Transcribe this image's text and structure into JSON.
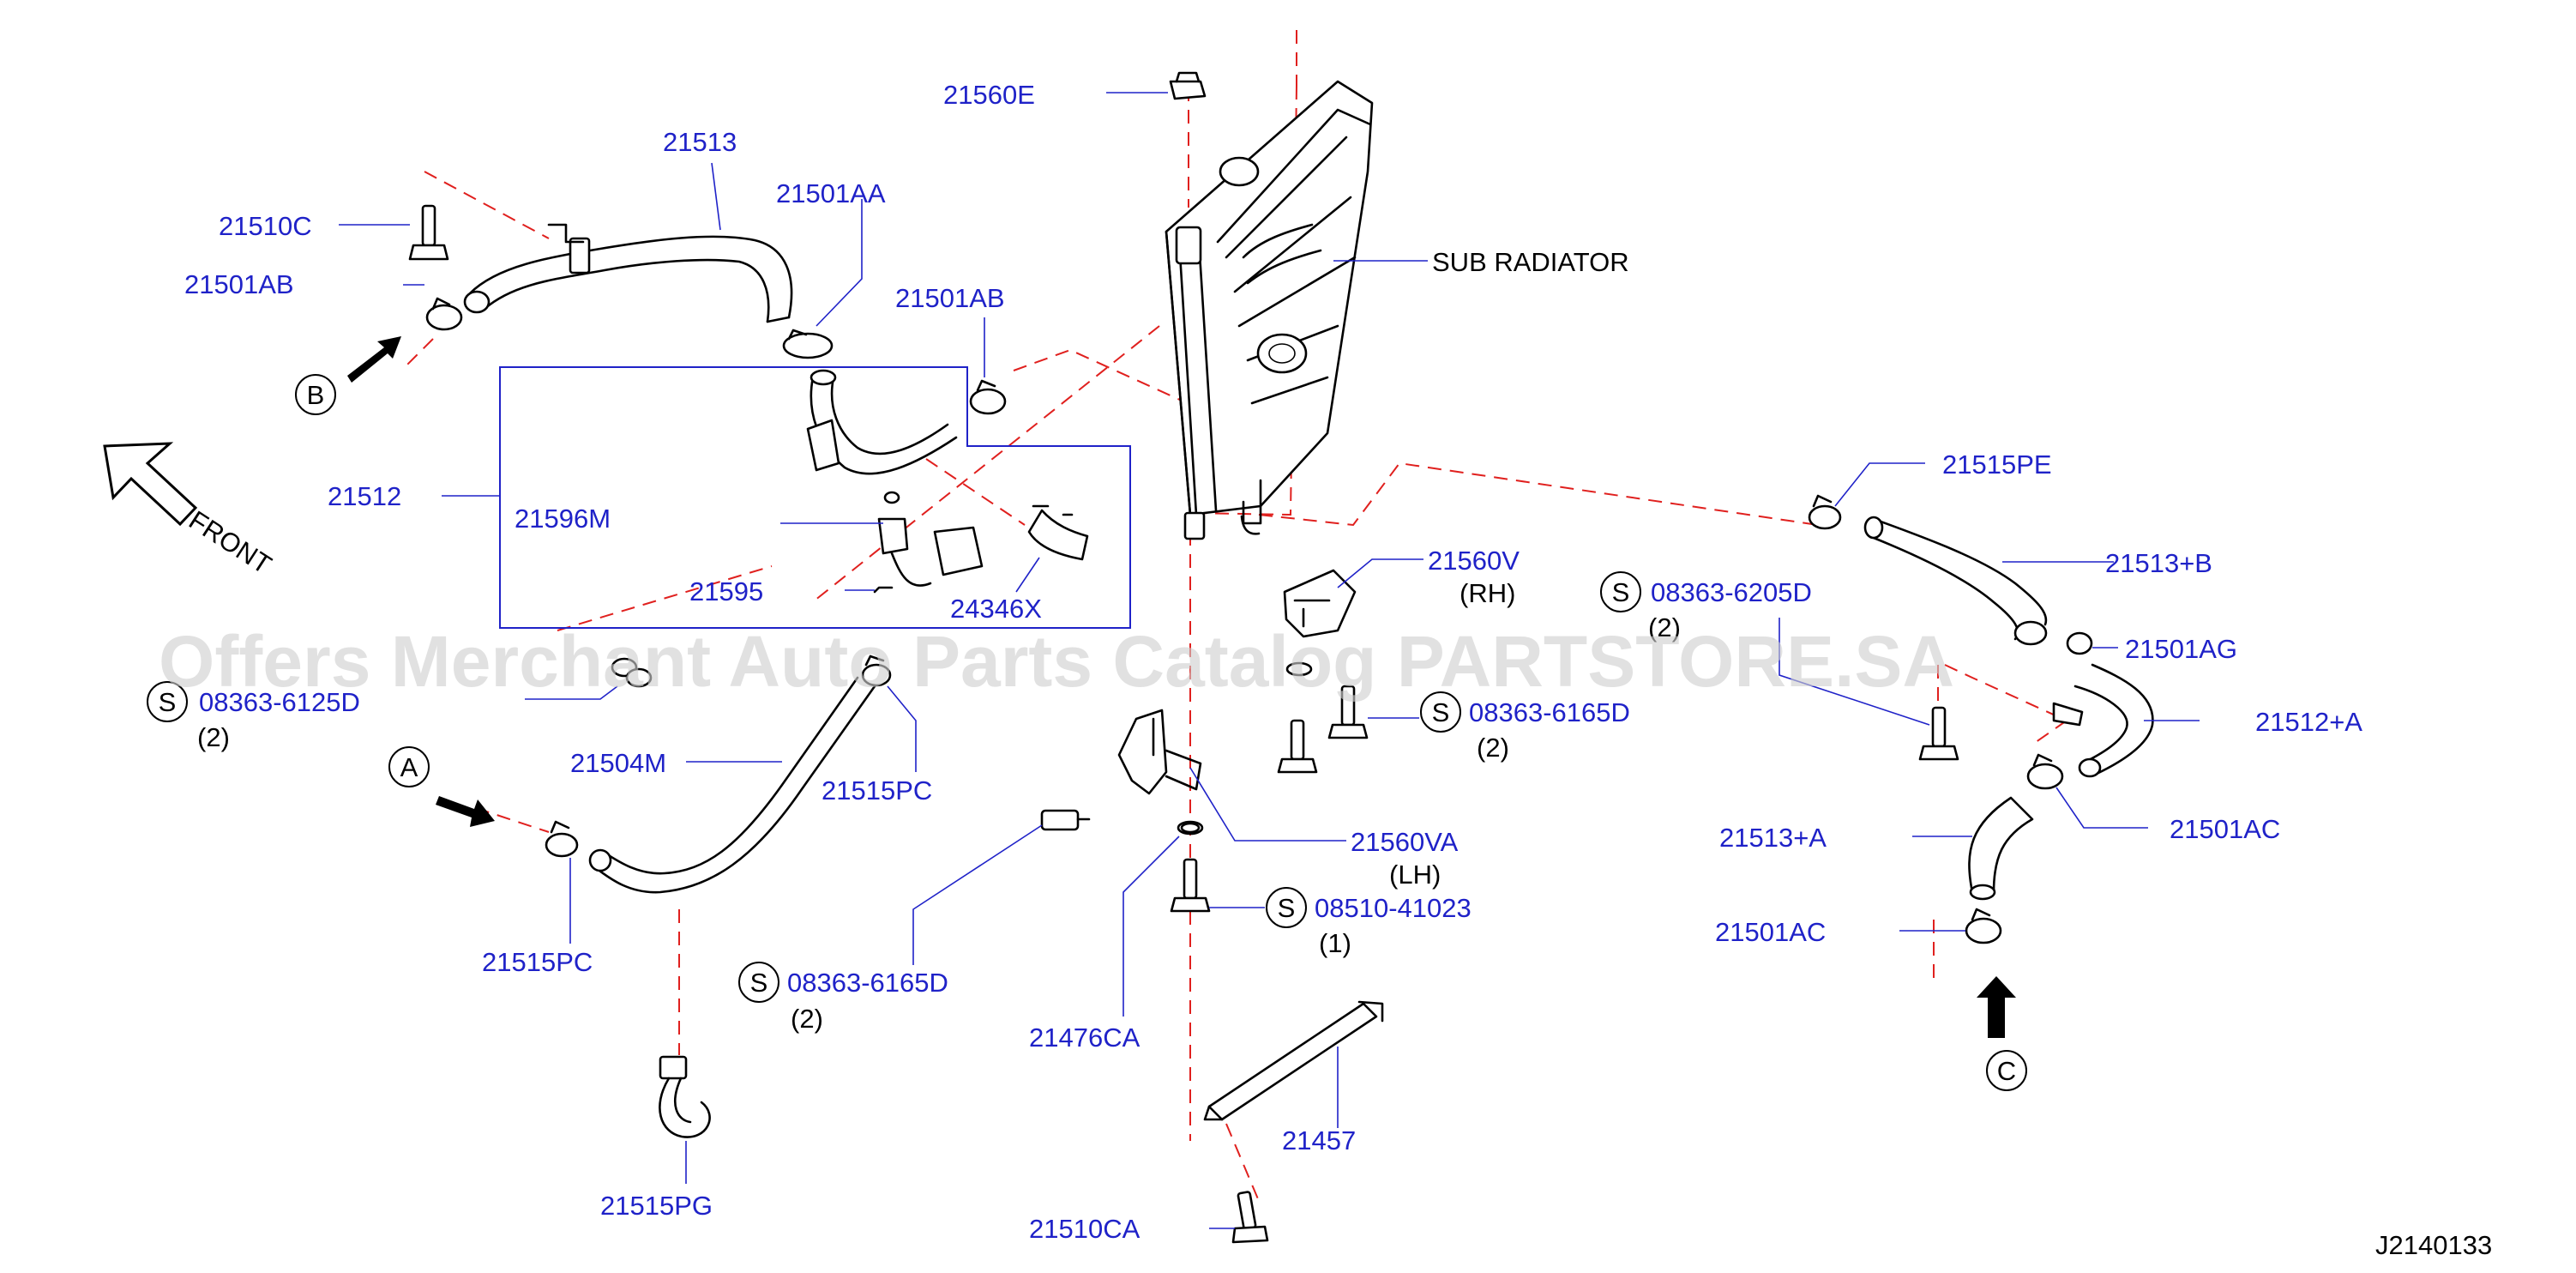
{
  "diagram_code": "J2140133",
  "watermark": "Offers Merchant Auto Parts Catalog PARTSTORE.SA",
  "front_label": "FRONT",
  "sub_radiator_label": "SUB RADIATOR",
  "circle_refs": {
    "a": "A",
    "b": "B",
    "c": "C",
    "s": "S"
  },
  "parts": {
    "p21560E": "21560E",
    "p21513": "21513",
    "p21501AA": "21501AA",
    "p21510C": "21510C",
    "p21501AB_left": "21501AB",
    "p21501AB_mid": "21501AB",
    "p21512": "21512",
    "p21596M": "21596M",
    "p21595": "21595",
    "p24346X": "24346X",
    "p21560V": "21560V",
    "p21560V_side": "(RH)",
    "p21515PE": "21515PE",
    "p21513B": "21513+B",
    "p21501AG": "21501AG",
    "p21512A": "21512+A",
    "p21501AC_right": "21501AC",
    "p21513A": "21513+A",
    "p21501AC_low": "21501AC",
    "p21504M": "21504M",
    "p21515PC_up": "21515PC",
    "p21515PC_low": "21515PC",
    "p21515PG": "21515PG",
    "p21560VA": "21560VA",
    "p21560VA_side": "(LH)",
    "p21476CA": "21476CA",
    "p21457": "21457",
    "p21510CA": "21510CA"
  },
  "screws": [
    {
      "code": "08363-6125D",
      "qty": "(2)"
    },
    {
      "code": "08363-6205D",
      "qty": "(2)"
    },
    {
      "code": "08363-6165D",
      "qty": "(2)"
    },
    {
      "code": "08363-6165D",
      "qty": "(2)"
    },
    {
      "code": "08510-41023",
      "qty": "(1)"
    }
  ]
}
